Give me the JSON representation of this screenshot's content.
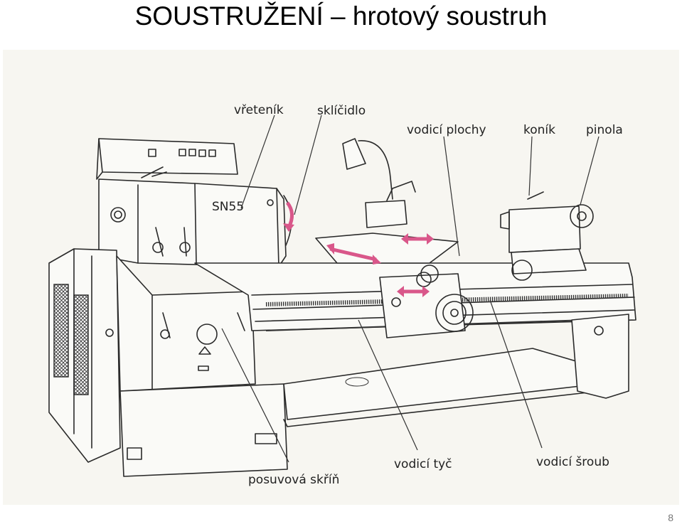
{
  "title": "SOUSTRUŽENÍ – hrotový soustruh",
  "page_number": "8",
  "machine_label": "SN55",
  "accent_arrow_color": "#d9578a",
  "labels": {
    "vretenik": "vřeteník",
    "sklicidlo": "sklíčidlo",
    "vodici_plochy": "vodicí plochy",
    "konik": "koník",
    "pinola": "pinola",
    "posuvova_skrin": "posuvová skříň",
    "vodici_tyc": "vodicí tyč",
    "vodici_sroub": "vodicí šroub"
  }
}
